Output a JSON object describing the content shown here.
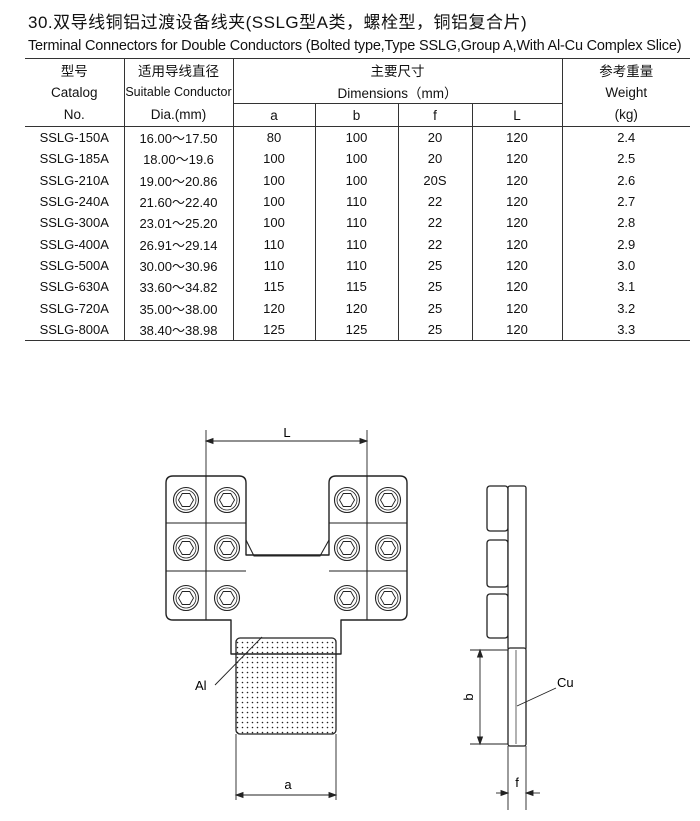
{
  "title": {
    "cn": "30.双导线铜铝过渡设备线夹(SSLG型A类，螺栓型，铜铝复合片)",
    "en": "Terminal Connectors for Double Conductors (Bolted type,Type SSLG,Group A,With Al-Cu Complex Slice)"
  },
  "table": {
    "headers": {
      "catalog_cn": "型号",
      "catalog_en": "Catalog",
      "catalog_unit": "No.",
      "conductor_cn": "适用导线直径",
      "conductor_en": "Suitable Conductor",
      "conductor_unit": "Dia.(mm)",
      "dimensions_cn": "主要尺寸",
      "dimensions_en": "Dimensions（mm）",
      "dim_a": "a",
      "dim_b": "b",
      "dim_f": "f",
      "dim_L": "L",
      "weight_cn": "参考重量",
      "weight_en": "Weight",
      "weight_unit": "(kg)"
    },
    "rows": [
      {
        "catalog": "SSLG-150A",
        "dia": "16.00～17.50",
        "a": "80",
        "b": "100",
        "f": "20",
        "L": "120",
        "weight": "2.4"
      },
      {
        "catalog": "SSLG-185A",
        "dia": "18.00～19.6",
        "a": "100",
        "b": "100",
        "f": "20",
        "L": "120",
        "weight": "2.5"
      },
      {
        "catalog": "SSLG-210A",
        "dia": "19.00～20.86",
        "a": "100",
        "b": "100",
        "f": "20S",
        "L": "120",
        "weight": "2.6"
      },
      {
        "catalog": "SSLG-240A",
        "dia": "21.60～22.40",
        "a": "100",
        "b": "110",
        "f": "22",
        "L": "120",
        "weight": "2.7"
      },
      {
        "catalog": "SSLG-300A",
        "dia": "23.01～25.20",
        "a": "100",
        "b": "110",
        "f": "22",
        "L": "120",
        "weight": "2.8"
      },
      {
        "catalog": "SSLG-400A",
        "dia": "26.91～29.14",
        "a": "110",
        "b": "110",
        "f": "22",
        "L": "120",
        "weight": "2.9"
      },
      {
        "catalog": "SSLG-500A",
        "dia": "30.00～30.96",
        "a": "110",
        "b": "110",
        "f": "25",
        "L": "120",
        "weight": "3.0"
      },
      {
        "catalog": "SSLG-630A",
        "dia": "33.60～34.82",
        "a": "115",
        "b": "115",
        "f": "25",
        "L": "120",
        "weight": "3.1"
      },
      {
        "catalog": "SSLG-720A",
        "dia": "35.00～38.00",
        "a": "120",
        "b": "120",
        "f": "25",
        "L": "120",
        "weight": "3.2"
      },
      {
        "catalog": "SSLG-800A",
        "dia": "38.40～38.98",
        "a": "125",
        "b": "125",
        "f": "25",
        "L": "120",
        "weight": "3.3"
      }
    ]
  },
  "drawing": {
    "label_L": "L",
    "label_a": "a",
    "label_b": "b",
    "label_f": "f",
    "label_Al": "Al",
    "label_Cu": "Cu"
  }
}
